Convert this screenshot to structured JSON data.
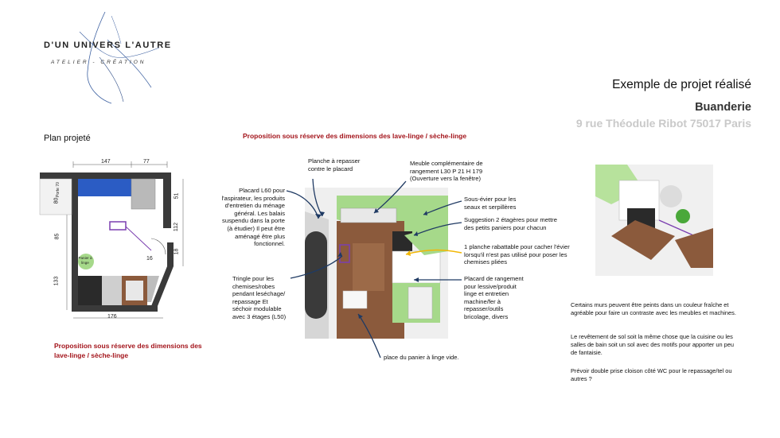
{
  "logo": {
    "title": "D'UN UNIVERS L'AUTRE",
    "subtitle": "ATELIER - CRÉATION"
  },
  "header": {
    "example": "Exemple de projet réalisé",
    "room": "Buanderie",
    "address": "9 rue Théodule Ribot 75017 Paris"
  },
  "plan": {
    "title": "Plan projeté",
    "caveat": "Proposition sous réserve des dimensions des lave-linge / sèche-linge",
    "dimensions": {
      "top_left": "147",
      "top_right": "77",
      "right_top": "51",
      "right_mid": "112",
      "right_lower": "18",
      "left_top": "80",
      "left_mid": "85",
      "left_bottom": "133",
      "bottom": "176",
      "door_swing": "16"
    },
    "door_label": "Porte 70",
    "basket_label": "Panier à linge"
  },
  "render": {
    "caveat": "Proposition sous réserve des dimensions des lave-linge / sèche-linge",
    "labels": {
      "ironing_board": "Planche à repasser contre le placard",
      "cabinet": "Meuble complémentaire de rangement L30 P 21 H 179 (Ouverture vers la fenêtre)",
      "placard_l60": "Placard L60 pour l'aspirateur, les produits d'entretien du ménage général. Les balais suspendu dans la porte (à étudier) Il peut être aménagé être plus fonctionnel.",
      "under_sink": "Sous-évier pour les seaux et serpillères",
      "shelves": "Suggestion 2 étagères pour mettre des petits paniers pour chacun",
      "folding_board": "1 planche rabattable pour cacher l'évier lorsqu'il n'est pas utilisé pour poser les chemises pliées",
      "rail": "Tringle pour les chemises/robes pendant leséchage/ repassage Et séchoir modulable avec 3 étages (L50)",
      "storage": "Placard de rangement pour lessive/produit linge et entretien machine/fer à repasser/outils bricolage, divers",
      "basket": "place du panier à linge vide."
    }
  },
  "notes": [
    "Certains murs peuvent être peints dans un couleur fraîche et agréable pour faire un contraste avec les meubles et machines.",
    "Le revêtement de sol soit la même chose que la cuisine ou les salles de bain soit un sol avec des motifs pour apporter un peu de fantaisie.",
    "Prévoir double prise cloison côté WC pour le repassage/tel ou autres ?"
  ],
  "colors": {
    "caveat_red": "#a3141b",
    "arrow_blue": "#1f3a63",
    "arrow_yellow": "#f2b705",
    "machine_blue": "#2b5cc4",
    "wall_green": "#a6d98a",
    "wood": "#8b5a3c",
    "basket_purple": "#7b3fb0"
  }
}
